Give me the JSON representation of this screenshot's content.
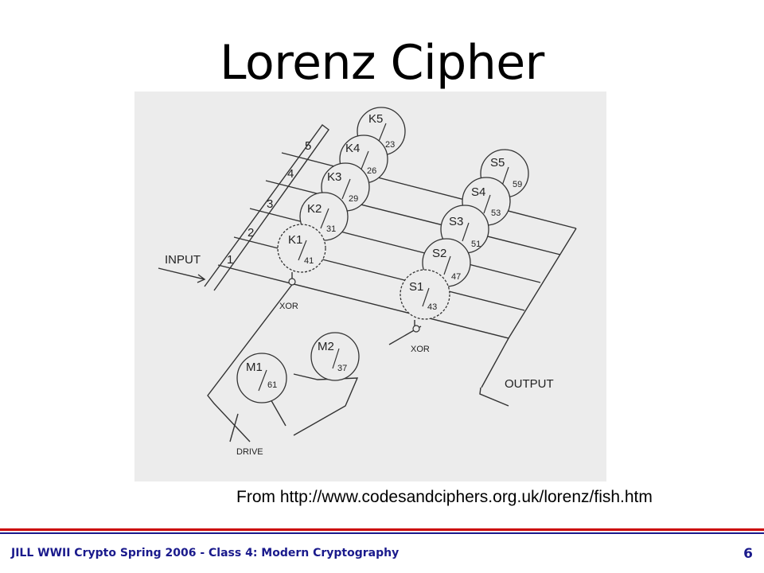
{
  "slide": {
    "title": "Lorenz Cipher",
    "caption": "From http://www.codesandciphers.org.uk/lorenz/fish.htm",
    "footer": "JILL WWII Crypto Spring 2006 - Class 4: Modern Cryptography",
    "page_number": "6"
  },
  "diagram": {
    "input_label": "INPUT",
    "output_label": "OUTPUT",
    "drive_label": "DRIVE",
    "xor_label": "XOR",
    "channels": [
      "1",
      "2",
      "3",
      "4",
      "5"
    ],
    "k_wheels": [
      {
        "name": "K1",
        "count": "41"
      },
      {
        "name": "K2",
        "count": "31"
      },
      {
        "name": "K3",
        "count": "29"
      },
      {
        "name": "K4",
        "count": "26"
      },
      {
        "name": "K5",
        "count": "23"
      }
    ],
    "s_wheels": [
      {
        "name": "S1",
        "count": "43"
      },
      {
        "name": "S2",
        "count": "47"
      },
      {
        "name": "S3",
        "count": "51"
      },
      {
        "name": "S4",
        "count": "53"
      },
      {
        "name": "S5",
        "count": "59"
      }
    ],
    "m_wheels": [
      {
        "name": "M1",
        "count": "61"
      },
      {
        "name": "M2",
        "count": "37"
      }
    ]
  }
}
